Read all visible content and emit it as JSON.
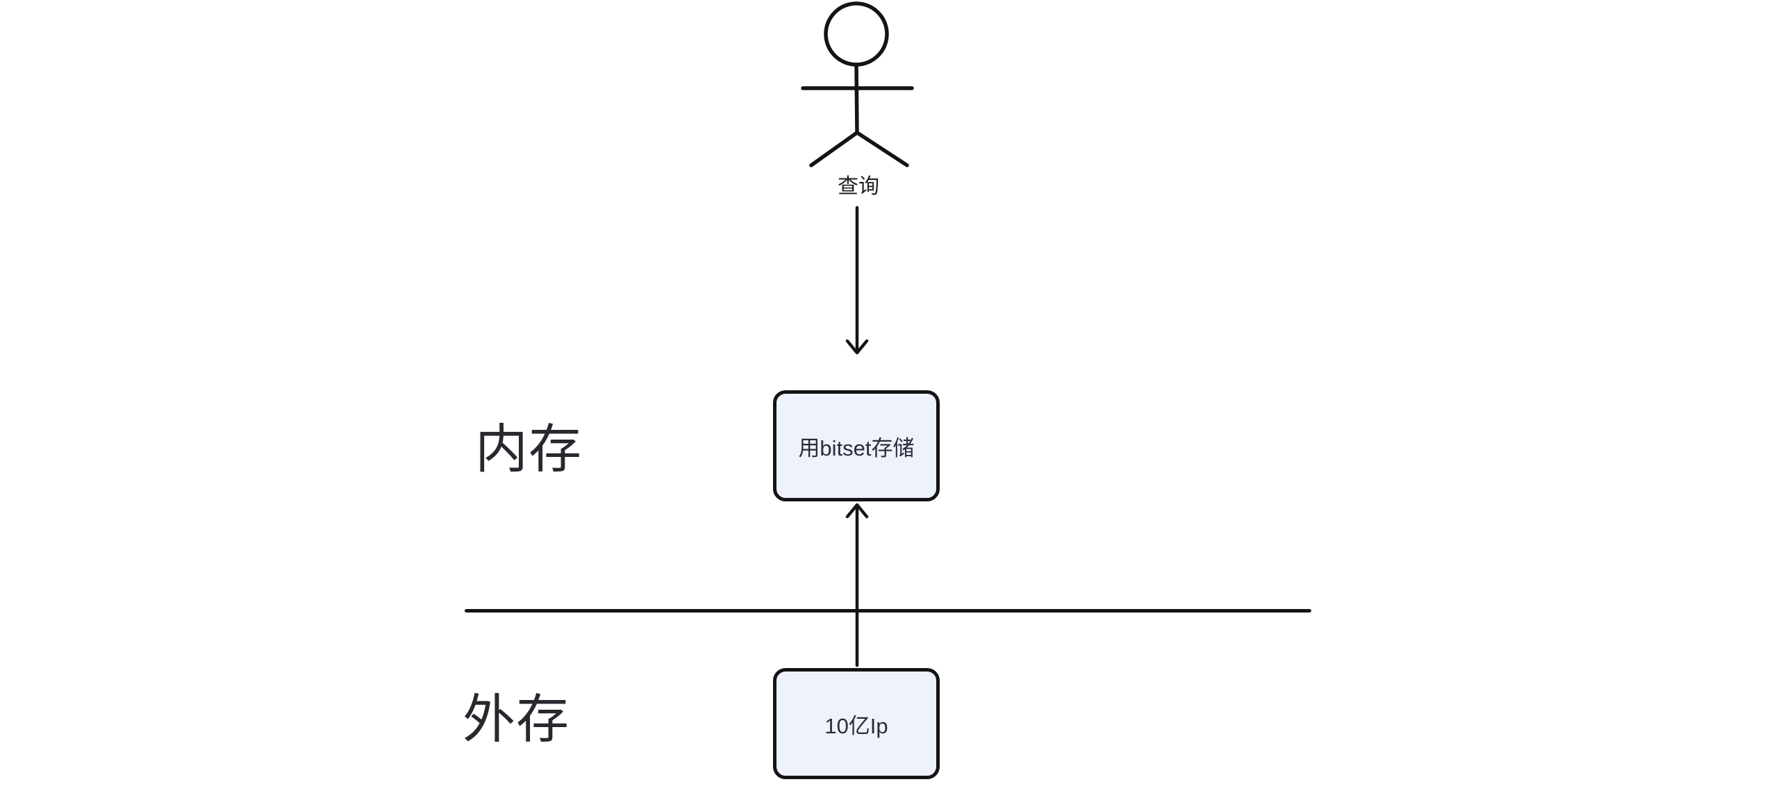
{
  "diagram": {
    "actor": {
      "icon": "stick-figure-icon",
      "action_label": "查询"
    },
    "memory_section": {
      "label": "内存",
      "node_label": "用bitset存储"
    },
    "disk_section": {
      "label": "外存",
      "node_label": "10亿Ip"
    },
    "arrows": [
      {
        "icon": "down-arrow-icon",
        "from": "查询",
        "to": "用bitset存储"
      },
      {
        "icon": "up-arrow-icon",
        "from": "10亿Ip",
        "to": "用bitset存储"
      }
    ],
    "colors": {
      "background": "#ffffff",
      "stroke": "#141414",
      "node_fill": "#eef2fb",
      "node_border": "#141414",
      "node_text": "#2b2b3a",
      "section_label_text": "#28282f",
      "caption_text": "#1f1f26"
    }
  }
}
